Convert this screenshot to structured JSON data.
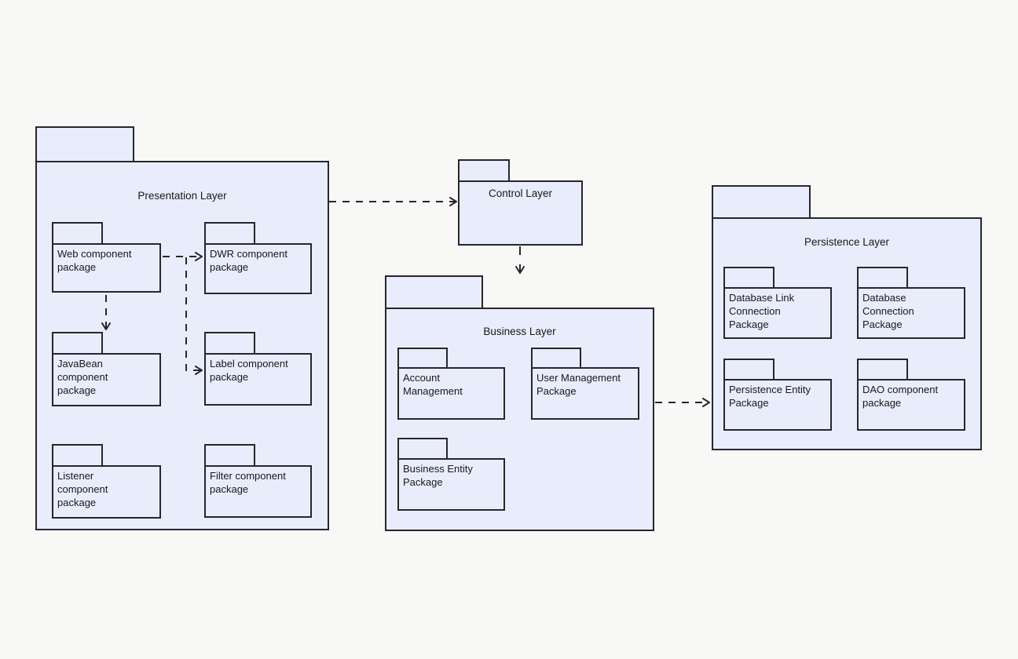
{
  "diagram_type": "uml-package-diagram",
  "colors": {
    "background": "#f8f8f7",
    "package_fill": "#e9edfb",
    "stroke": "#26262e",
    "text": "#18181b"
  },
  "layers": {
    "presentation": {
      "title": "Presentation Layer",
      "packages": {
        "web": {
          "label": "Web component\npackage"
        },
        "dwr": {
          "label": "DWR component\npackage"
        },
        "javabean": {
          "label": "JavaBean\ncomponent\npackage"
        },
        "label": {
          "label": "Label component\npackage"
        },
        "listener": {
          "label": "Listener\ncomponent\npackage"
        },
        "filter": {
          "label": "Filter component\npackage"
        }
      }
    },
    "control": {
      "title": "Control Layer"
    },
    "business": {
      "title": "Business Layer",
      "packages": {
        "account": {
          "label": "Account\nManagement"
        },
        "user": {
          "label": "User Management\nPackage"
        },
        "entity": {
          "label": "Business Entity\nPackage"
        }
      }
    },
    "persistence": {
      "title": "Persistence Layer",
      "packages": {
        "dblink": {
          "label": "Database Link\nConnection\nPackage"
        },
        "dbconn": {
          "label": "Database\nConnection\nPackage"
        },
        "pentity": {
          "label": "Persistence Entity\nPackage"
        },
        "dao": {
          "label": "DAO component\npackage"
        }
      }
    }
  },
  "connectors": [
    {
      "from": "Presentation Layer",
      "to": "Control Layer",
      "style": "dashed-open-arrow"
    },
    {
      "from": "Web component package",
      "to": "DWR component package",
      "style": "dashed-open-arrow"
    },
    {
      "from": "Web component package",
      "to": "Label component package",
      "style": "dashed-open-arrow"
    },
    {
      "from": "Web component package",
      "to": "JavaBean component package",
      "style": "dashed-open-arrow"
    },
    {
      "from": "Control Layer",
      "to": "Business Layer",
      "style": "dashed-open-arrow"
    },
    {
      "from": "Business Layer",
      "to": "Persistence Layer",
      "style": "dashed-open-arrow"
    }
  ]
}
